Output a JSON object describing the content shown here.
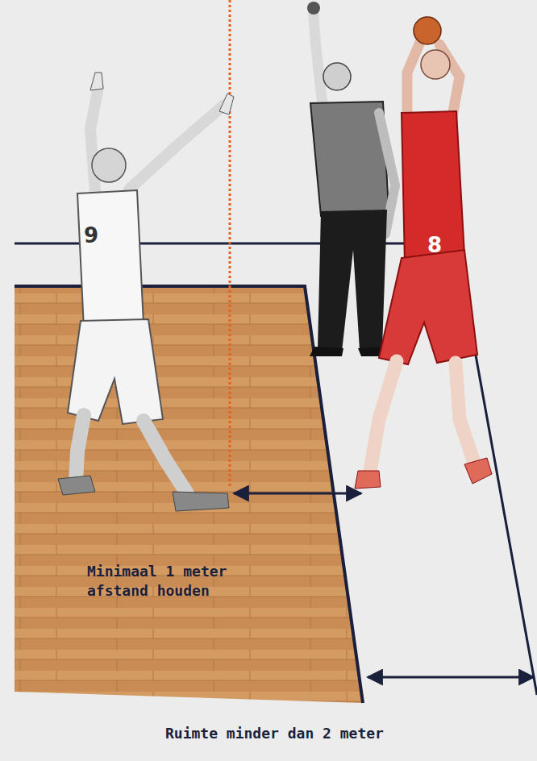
{
  "diagram": {
    "labels": [
      "Minimaal 1 meter afstand houden",
      "Ruimte minder dan 2 meter",
      "9",
      "8"
    ]
  }
}
